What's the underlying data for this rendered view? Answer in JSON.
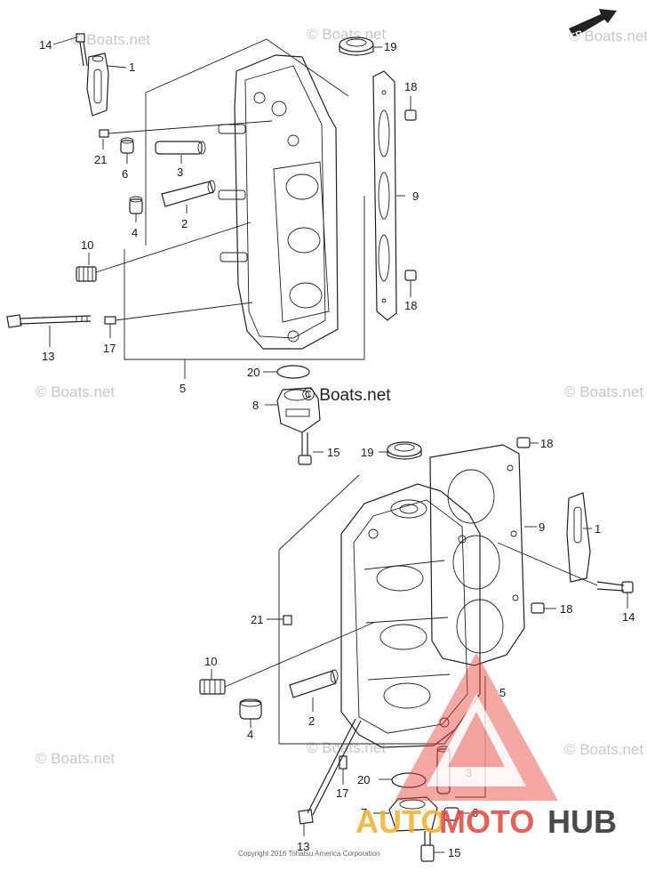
{
  "watermark": "© Boats.net",
  "main_watermark": "© Boats.net",
  "copyright": "Copyright 2016 Tohatsu America Corporation",
  "direction_label": "FR.",
  "brand": {
    "prefix": "AUTO",
    "middle": "MOTO",
    "suffix": "HUB",
    "accent_color": "#e8433a",
    "accent_color_2": "#f5b025",
    "dark_color": "#2b2b2b"
  },
  "labels": {
    "l14a": "14",
    "l1a": "1",
    "l19a": "19",
    "l18a": "18",
    "l21a": "21",
    "l6a": "6",
    "l3a": "3",
    "l9a": "9",
    "l4a": "4",
    "l2a": "2",
    "l10a": "10",
    "l18b": "18",
    "l13a": "13",
    "l17a": "17",
    "l5a": "5",
    "l20a": "20",
    "l8": "8",
    "l15a": "15",
    "l19b": "19",
    "l18c": "18",
    "l9b": "9",
    "l1b": "1",
    "l14b": "14",
    "l18d": "18",
    "l21b": "21",
    "l10b": "10",
    "l2b": "2",
    "l4b": "4",
    "l5b": "5",
    "l3b": "3",
    "l17b": "17",
    "l20b": "20",
    "l7": "7",
    "l6b": "6",
    "l13b": "13",
    "l15b": "15"
  }
}
